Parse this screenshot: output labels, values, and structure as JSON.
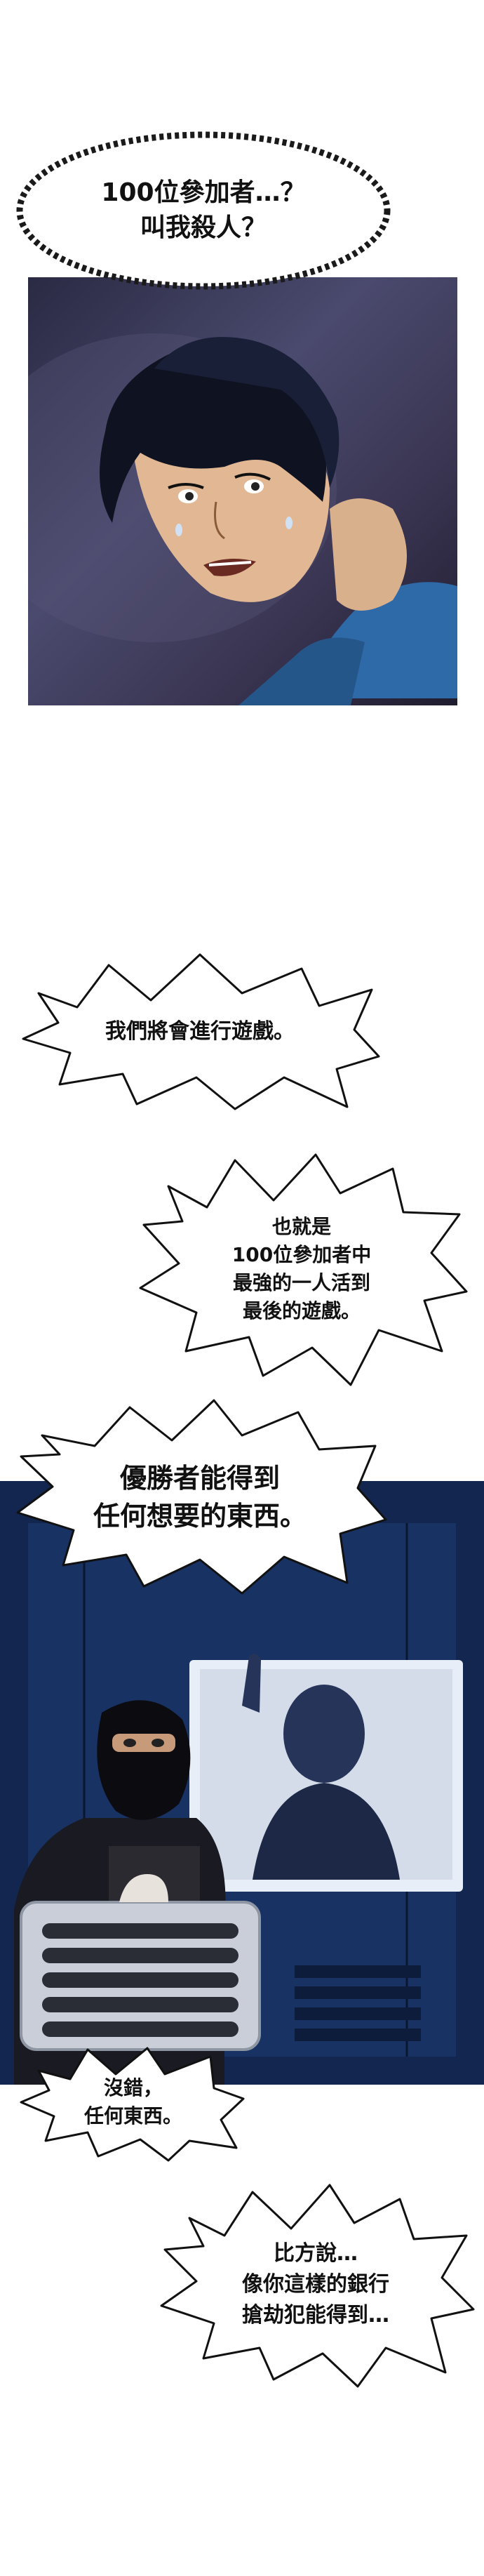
{
  "bubbles": [
    {
      "lines": [
        "100位參加者…？",
        "叫我殺人？"
      ]
    },
    {
      "lines": [
        "我們將會進行遊戲。"
      ]
    },
    {
      "lines": [
        "也就是",
        "100位參加者中",
        "最強的一人活到",
        "最後的遊戲。"
      ]
    },
    {
      "lines": [
        "優勝者能得到",
        "任何想要的東西。"
      ]
    },
    {
      "lines": [
        "沒錯，",
        "任何東西。"
      ]
    },
    {
      "lines": [
        "比方說…",
        "像你這樣的銀行",
        "搶劫犯能得到…"
      ]
    }
  ],
  "colors": {
    "panel_one_bg": "#3d3a5c",
    "panel_two_bg": "#183064",
    "bubble_fill": "#ffffff",
    "bubble_stroke": "#111111",
    "thought_stroke": "#1a1a1a"
  }
}
